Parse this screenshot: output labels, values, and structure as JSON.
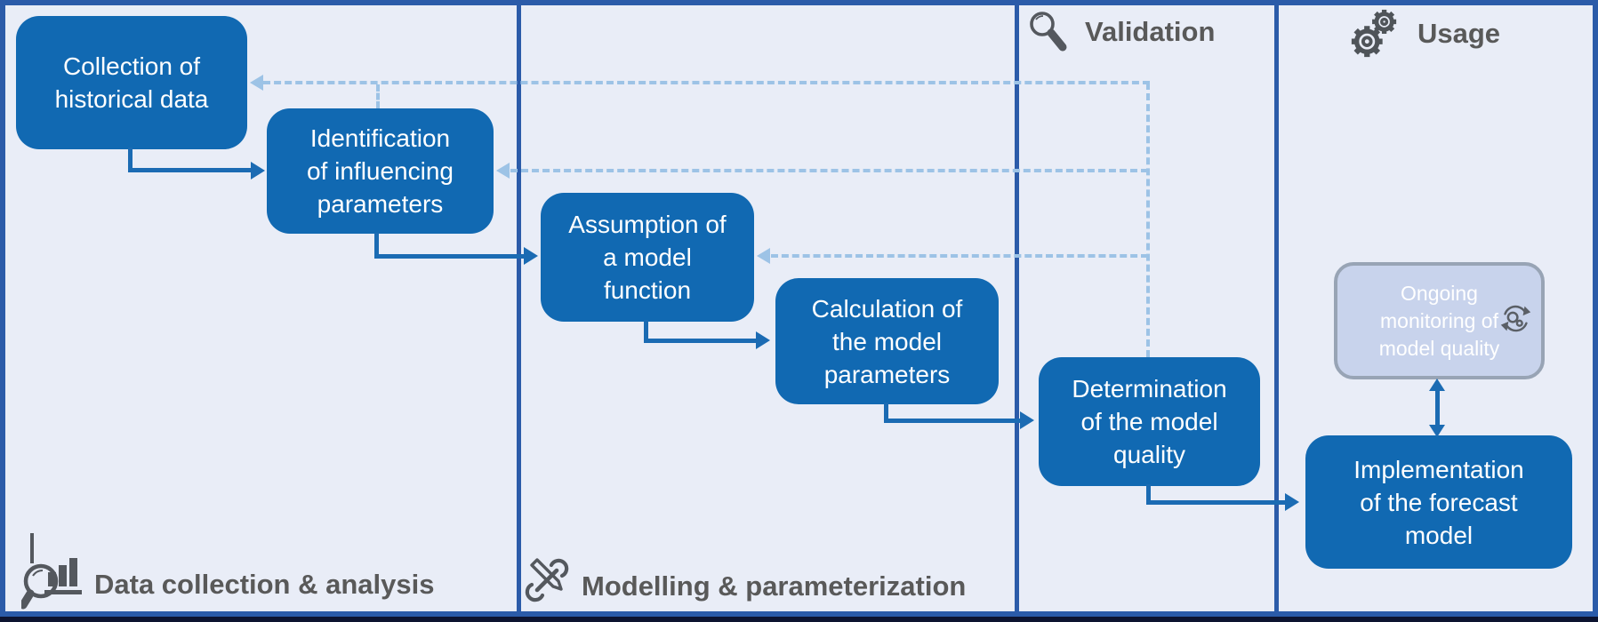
{
  "sections": {
    "data_collection": {
      "label": "Data collection & analysis"
    },
    "modelling": {
      "label": "Modelling & parameterization"
    },
    "validation": {
      "label": "Validation"
    },
    "usage": {
      "label": "Usage"
    }
  },
  "boxes": {
    "collection": {
      "text": "Collection of\nhistorical data"
    },
    "identification": {
      "text": "Identification\nof influencing\nparameters"
    },
    "assumption": {
      "text": "Assumption of\na model\nfunction"
    },
    "calculation": {
      "text": "Calculation of\nthe model\nparameters"
    },
    "determination": {
      "text": "Determination\nof the model\nquality"
    },
    "monitoring": {
      "text": "Ongoing\nmonitoring of\nmodel quality"
    },
    "implementation": {
      "text": "Implementation\nof the forecast\nmodel"
    }
  },
  "icons": {
    "data_collection": "magnifier-bar-chart-icon",
    "modelling": "pencil-wrench-icon",
    "validation": "magnifier-icon",
    "usage": "gears-icon",
    "monitoring": "sync-arrows-icon"
  },
  "colors": {
    "box_fill": "#1169B2",
    "box_text": "#FFFFFF",
    "lane_border": "#2B5BA9",
    "background": "#E9EDF7",
    "solid_arrow": "#1B6BB3",
    "dashed_arrow": "#9DC3E6",
    "label_text": "#595959",
    "monitoring_fill": "#C8D3EC",
    "monitoring_border": "#98A4B5"
  }
}
